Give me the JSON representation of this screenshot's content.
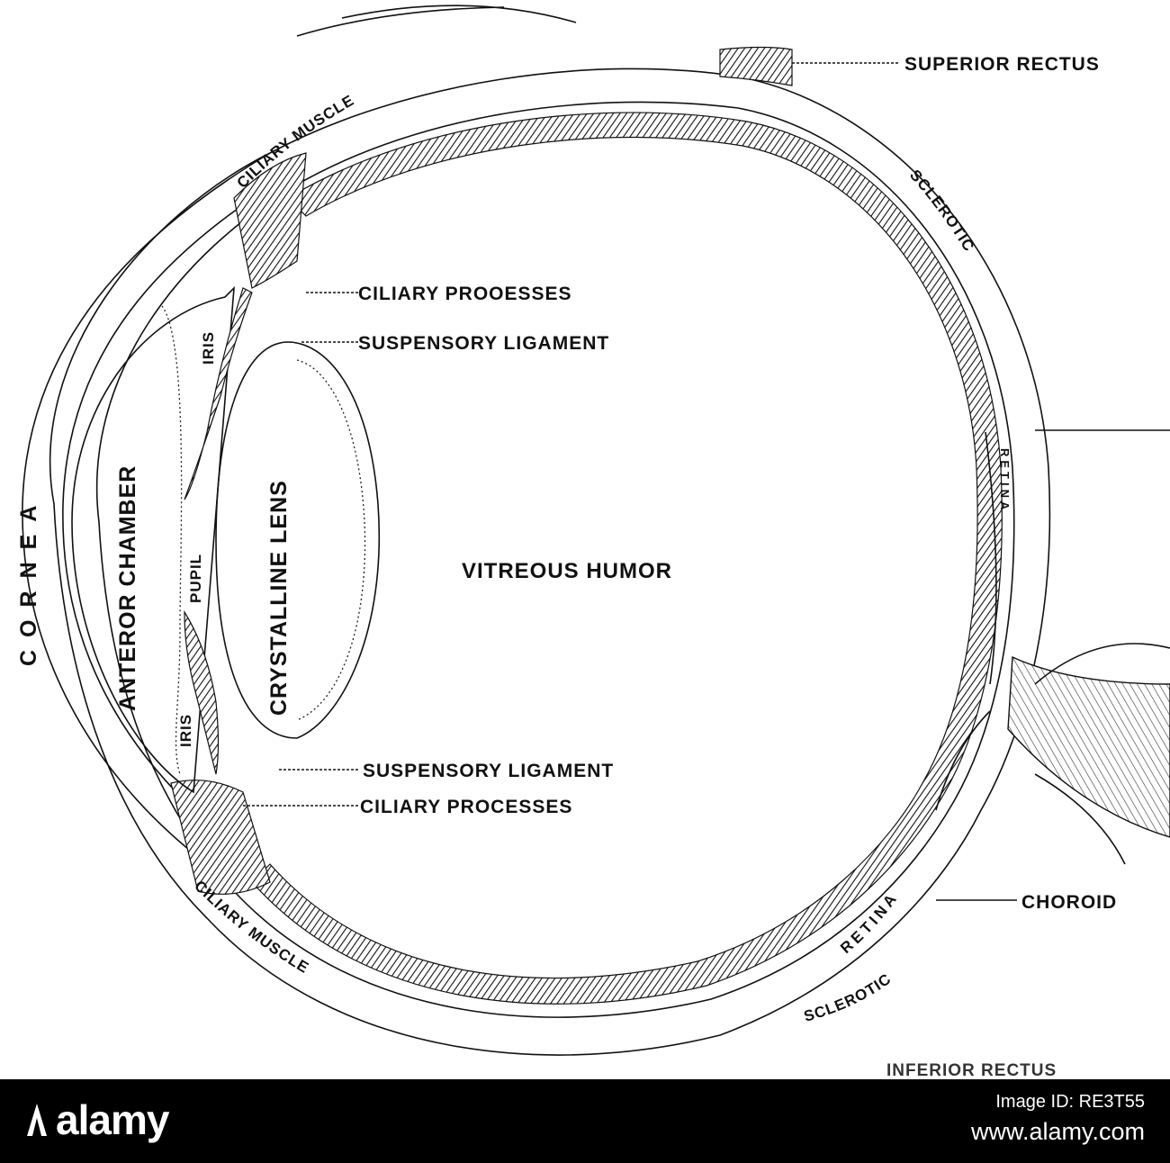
{
  "labels": {
    "superior_rectus": "SUPERIOR RECTUS",
    "ciliary_muscle_top": "CILIARY MUSCLE",
    "sclerotic_top": "SCLEROTIC",
    "ciliary_processes_top": "CILIARY PROOESSES",
    "suspensory_ligament_top": "SUSPENSORY LIGAMENT",
    "iris_top": "IRIS",
    "anterior_chamber": "ANTEROR CHAMBER",
    "crystalline_lens": "CRYSTALLINE LENS",
    "cornea": "CORNEA",
    "pupil": "PUPIL",
    "vitreous_humor": "VITREOUS HUMOR",
    "retina_right": "RETINA",
    "iris_bottom": "IRIS",
    "suspensory_ligament_bottom": "SUSPENSORY LIGAMENT",
    "ciliary_processes_bottom": "CILIARY PROCESSES",
    "choroid": "CHOROID",
    "retina_bottom": "RETINA",
    "sclerotic_bottom": "SCLEROTIC",
    "ciliary_muscle_bottom": "CILIARY MUSCLE",
    "inferior_rectus": "INFERIOR RECTUS"
  },
  "footer": {
    "logo": "alamy",
    "image_id": "Image ID: RE3T55",
    "url": "www.alamy.com"
  },
  "colors": {
    "ink": "#111111",
    "footer_bg": "#000000",
    "footer_text": "#ffffff"
  }
}
